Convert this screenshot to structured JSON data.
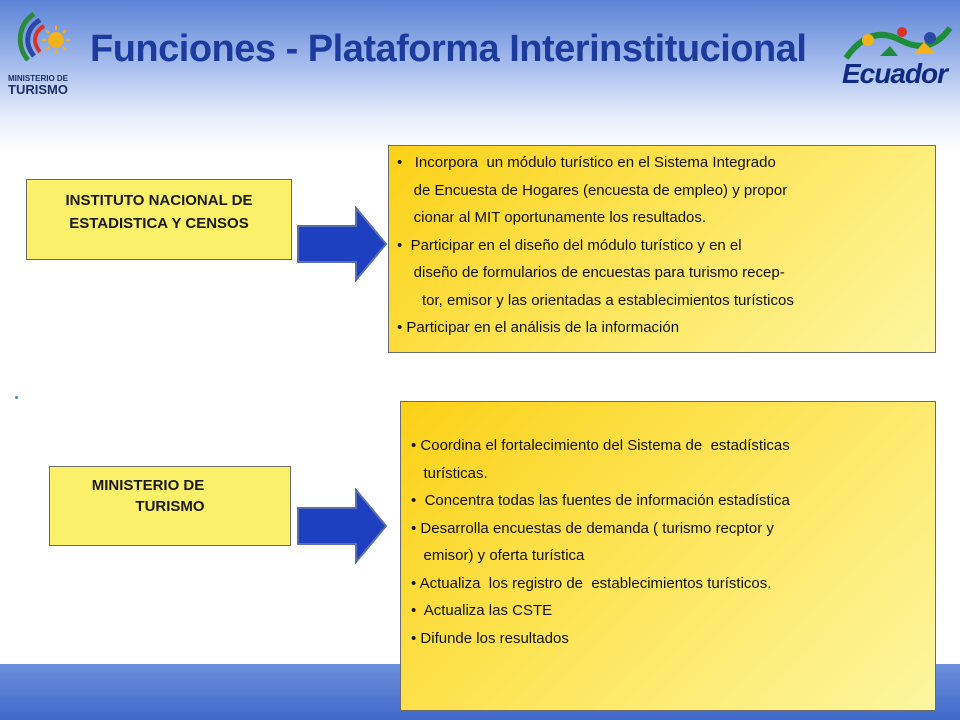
{
  "header": {
    "title": "Funciones - Plataforma Interinstitucional",
    "logo_left_line1": "MINISTERIO DE",
    "logo_left_line2": "TURISMO",
    "logo_right_word": "Ecuador"
  },
  "rows": [
    {
      "org_line1": "INSTITUTO NACIONAL  DE",
      "org_line2": "ESTADISTICA Y CENSOS",
      "lines": [
        "•   Incorpora  un módulo turístico en el Sistema Integrado",
        "    de Encuesta de Hogares (encuesta de empleo) y propor",
        "    cionar al MIT oportunamente los resultados.",
        "•  Participar en el diseño del módulo turístico y en el",
        "    diseño de formularios de encuestas para turismo recep-",
        "      tor, emisor y las orientadas a establecimientos turísticos",
        "• Participar en el análisis de la información"
      ]
    },
    {
      "org_line1": "MINISTERIO DE",
      "org_line2": "TURISMO",
      "lines": [
        "• Coordina el fortalecimiento del Sistema de  estadísticas",
        "   turísticas.",
        "•  Concentra todas las fuentes de información estadística",
        "• Desarrolla encuestas de demanda ( turismo recptor y",
        "   emisor) y oferta turística",
        "• Actualiza  los registro de  establecimientos turísticos.",
        "•  Actualiza las CSTE",
        "• Difunde los resultados"
      ]
    }
  ],
  "colors": {
    "title": "#1c3b9c",
    "org_box_fill": "#fbf06a",
    "desc_box_fill": "#fcd116",
    "arrow_fill": "#1e3fbf",
    "band_blue": "#3f68c9"
  }
}
